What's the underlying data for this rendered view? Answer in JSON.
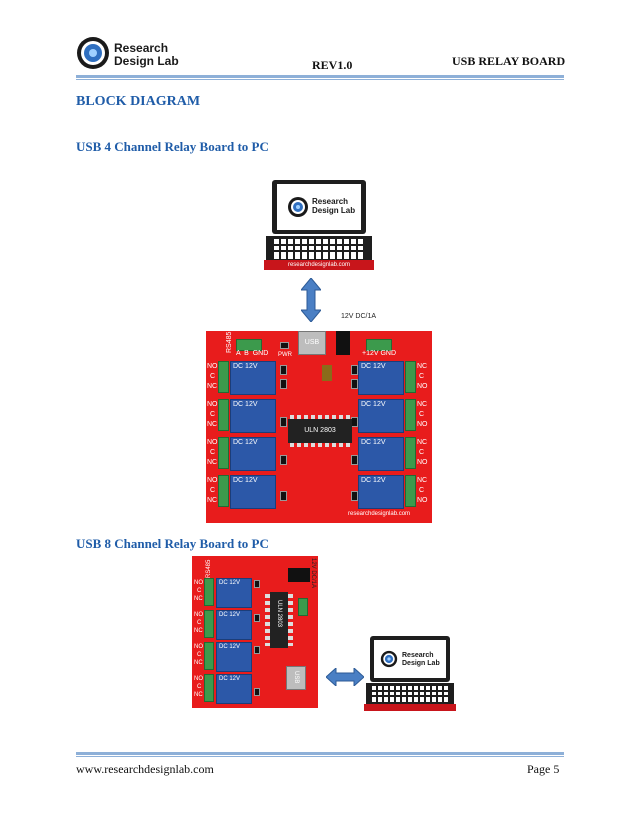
{
  "header": {
    "logo_line1": "Research",
    "logo_line2": "Design Lab",
    "revision": "REV1.0",
    "doc_title": "USB RELAY BOARD"
  },
  "section_title": "BLOCK DIAGRAM",
  "diagram1": {
    "title": "USB 4 Channel Relay Board to PC",
    "laptop": {
      "logo_line1": "Research",
      "logo_line2": "Design Lab",
      "site": "researchdesignlab.com"
    },
    "power_label": "12V DC/1A",
    "usb_label": "USB",
    "rs485_label": "RS485",
    "rs485_pins": "A  B  GND",
    "pwr_label": "PWR",
    "power_pins": "+12V GND",
    "relay_label": "DC 12V",
    "chip_label": "ULN 2803",
    "terminal_no": "NO",
    "terminal_c": "C",
    "terminal_nc": "NC",
    "site": "researchdesignlab.com"
  },
  "diagram2": {
    "title": "USB 8 Channel Relay Board to PC",
    "rs485_label": "RS485",
    "power_label": "12V DC/1A",
    "chip_label": "ULN 2803",
    "relay_label": "DC 12V",
    "usb_label": "USB",
    "terminal_no": "NO",
    "terminal_c": "C",
    "terminal_nc": "NC",
    "laptop": {
      "logo_line1": "Research",
      "logo_line2": "Design Lab"
    }
  },
  "footer": {
    "website": "www.researchdesignlab.com",
    "page": "Page 5"
  },
  "colors": {
    "heading_blue": "#1f5ca8",
    "board_red": "#e81c1c",
    "relay_blue": "#2c58a8",
    "terminal_green": "#3c9a4c",
    "arrow_blue": "#4a7fc4",
    "rule_blue": "#8eb0d8"
  }
}
